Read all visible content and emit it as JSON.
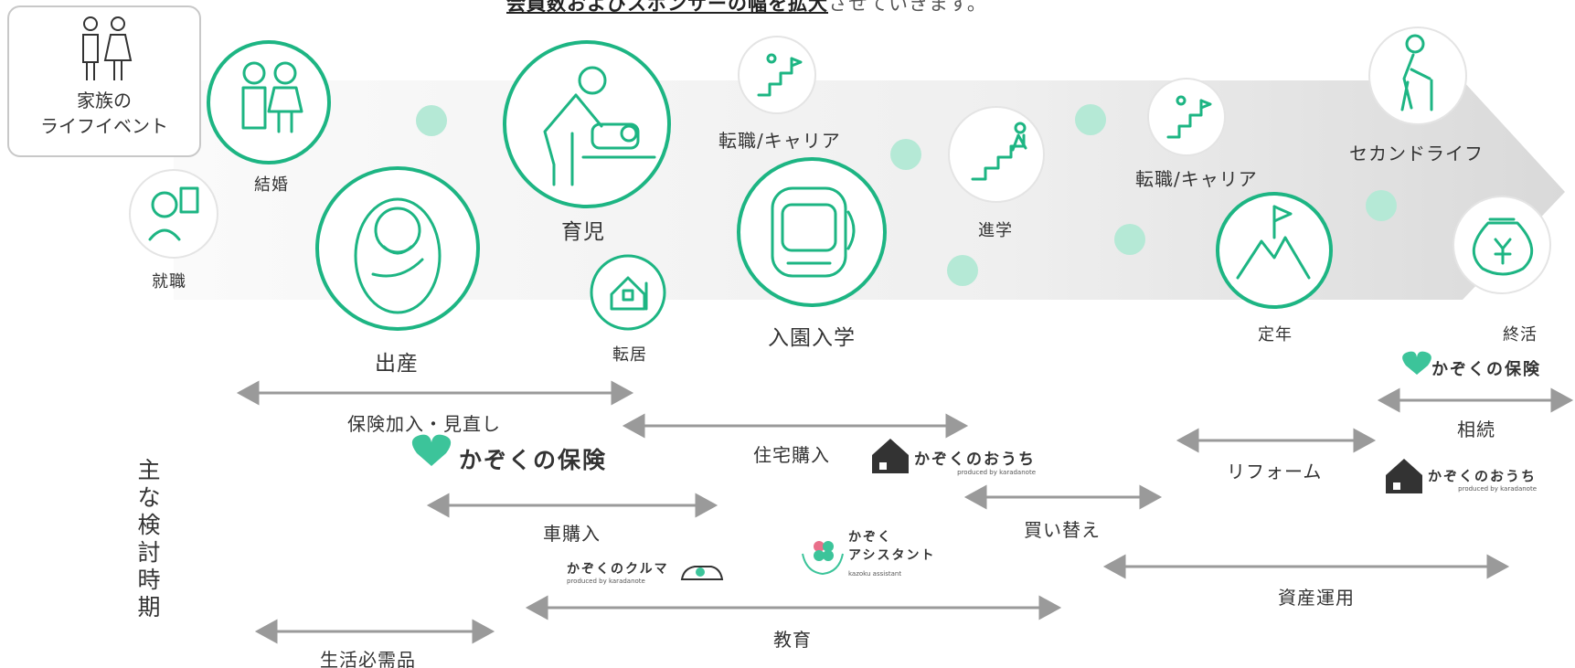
{
  "header": {
    "emphasis": "会員数およびスポンサーの幅を拡大",
    "rest": "させていきます。"
  },
  "family_box": {
    "line1": "家族の",
    "line2": "ライフイベント"
  },
  "events": {
    "shushoku": "就職",
    "kekkon": "結婚",
    "shussan": "出産",
    "ikuji": "育児",
    "tenkyo": "転居",
    "tenshoku1": "転職/キャリア",
    "nyuen": "入園入学",
    "shingaku": "進学",
    "tenshoku2": "転職/キャリア",
    "teinen": "定年",
    "second_life": "セカンドライフ",
    "shukatsu": "終活"
  },
  "axis_label": "主な検討時期",
  "periods": {
    "hoken": "保険加入・見直し",
    "jutaku": "住宅購入",
    "kuruma": "車購入",
    "kaikae": "買い替え",
    "kyoiku": "教育",
    "seikatsu": "生活必需品",
    "shisan": "資産運用",
    "reform": "リフォーム",
    "souzoku": "相続"
  },
  "brands": {
    "hoken1": "かぞくの保険",
    "ouchi1": "かぞくのおうち",
    "ouchi1_sub": "produced by karadanote",
    "kuruma": "かぞくのクルマ",
    "kuruma_sub": "produced by karadanote",
    "assistant_line1": "かぞく",
    "assistant_line2": "アシスタント",
    "assistant_sub": "kazoku assistant",
    "hoken2": "かぞくの保険",
    "ouchi2": "かぞくのおうち",
    "ouchi2_sub": "produced by karadanote"
  },
  "colors": {
    "accent": "#1db583",
    "dot": "#b5e9d6",
    "arrow": "#9a9a9a",
    "band": "#eeeeee"
  },
  "icons": [
    "family-icon",
    "job-hunting-icon",
    "wedding-couple-icon",
    "baby-icon",
    "childcare-icon",
    "house-move-icon",
    "career-stairs-icon",
    "school-bag-icon",
    "stairs-climb-icon",
    "summit-flag-icon",
    "elderly-cane-icon",
    "money-bag-icon"
  ]
}
